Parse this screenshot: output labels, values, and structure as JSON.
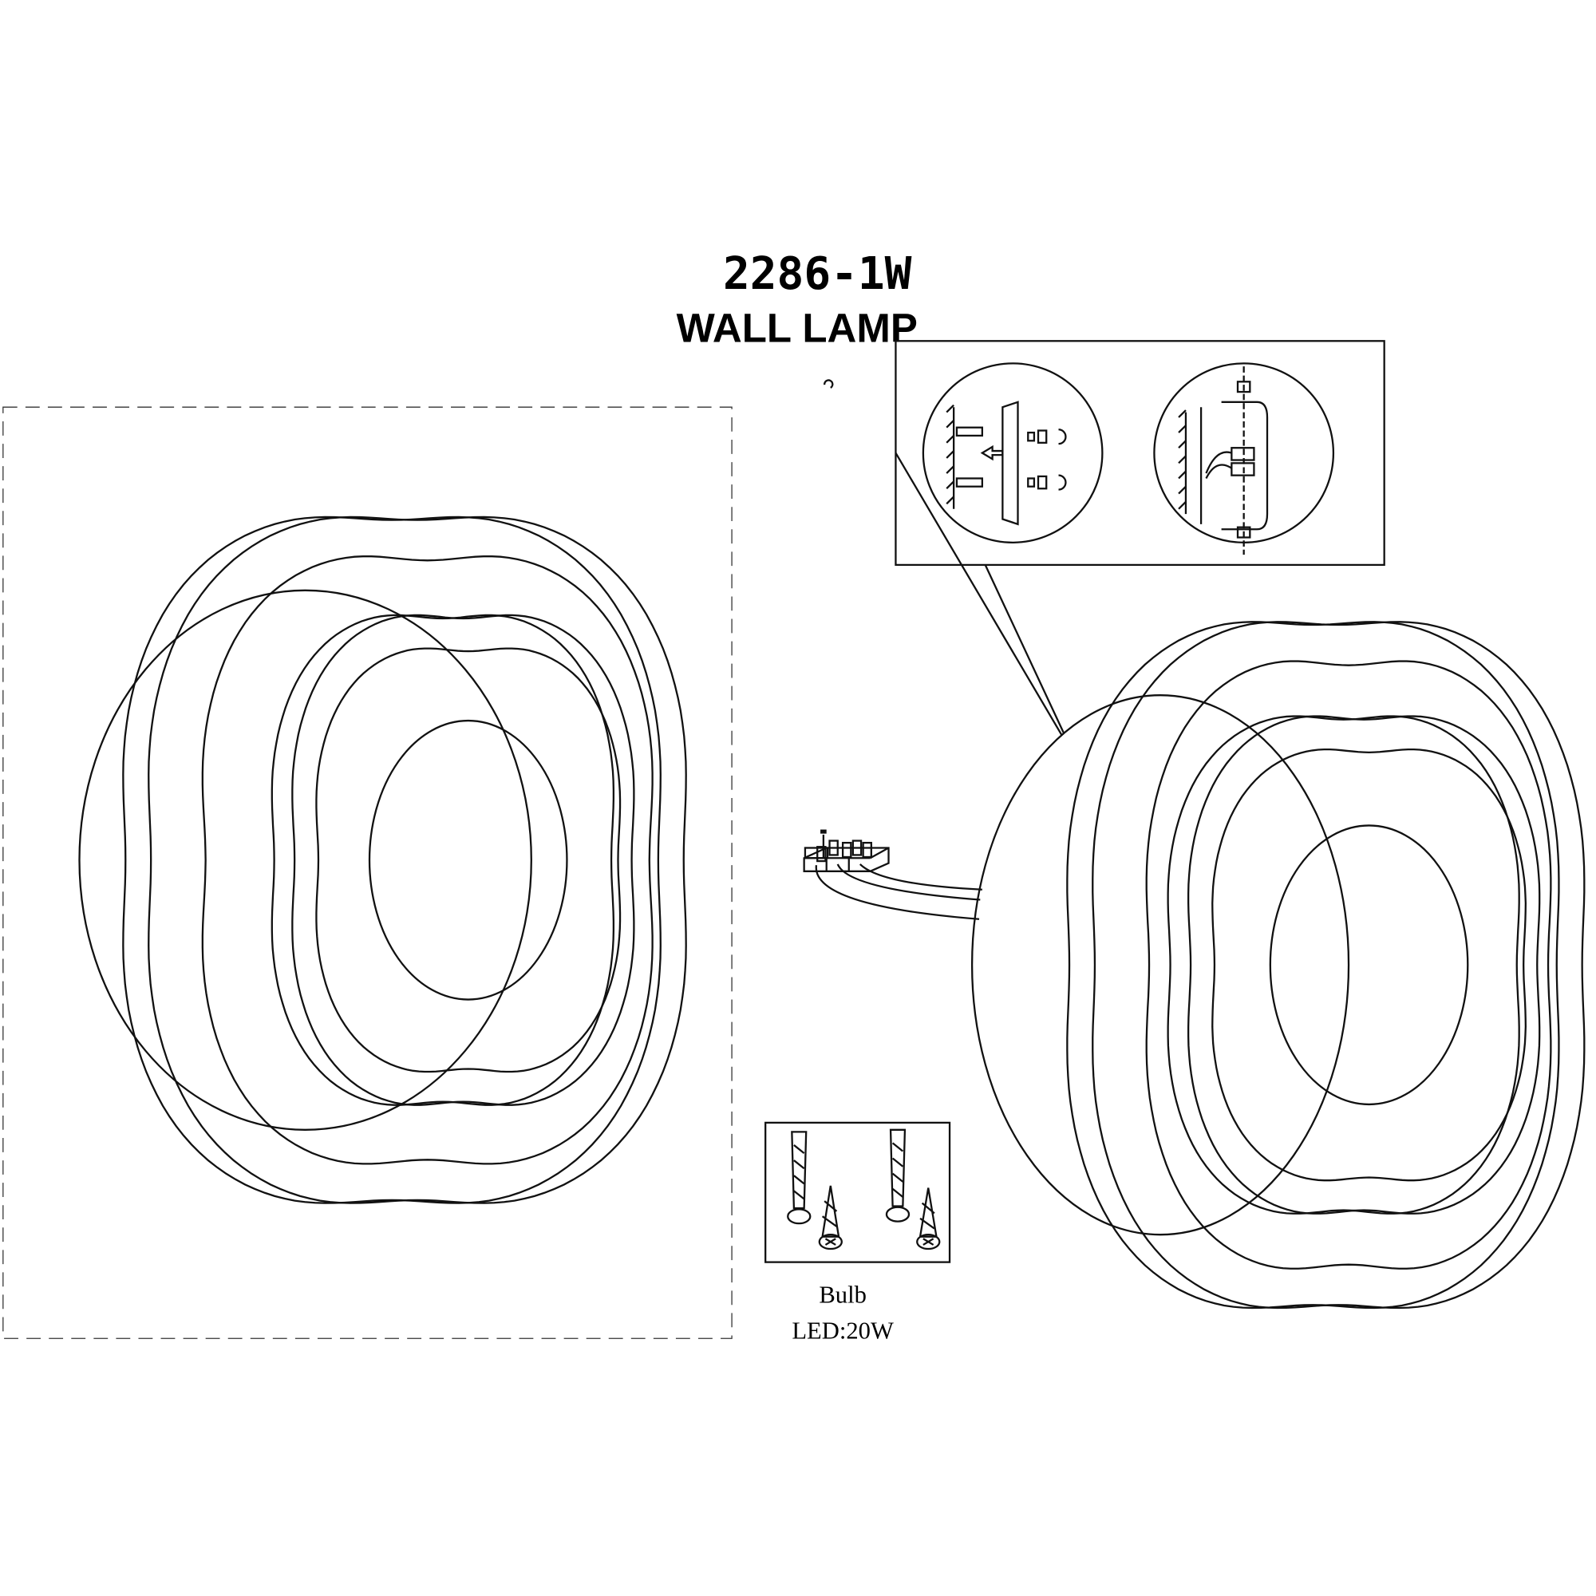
{
  "title": {
    "model": "2286-1W",
    "product": "WALL LAMP"
  },
  "spec": {
    "label": "Bulb",
    "value": "LED:20W"
  },
  "colors": {
    "line": "#111111",
    "background": "#ffffff"
  }
}
